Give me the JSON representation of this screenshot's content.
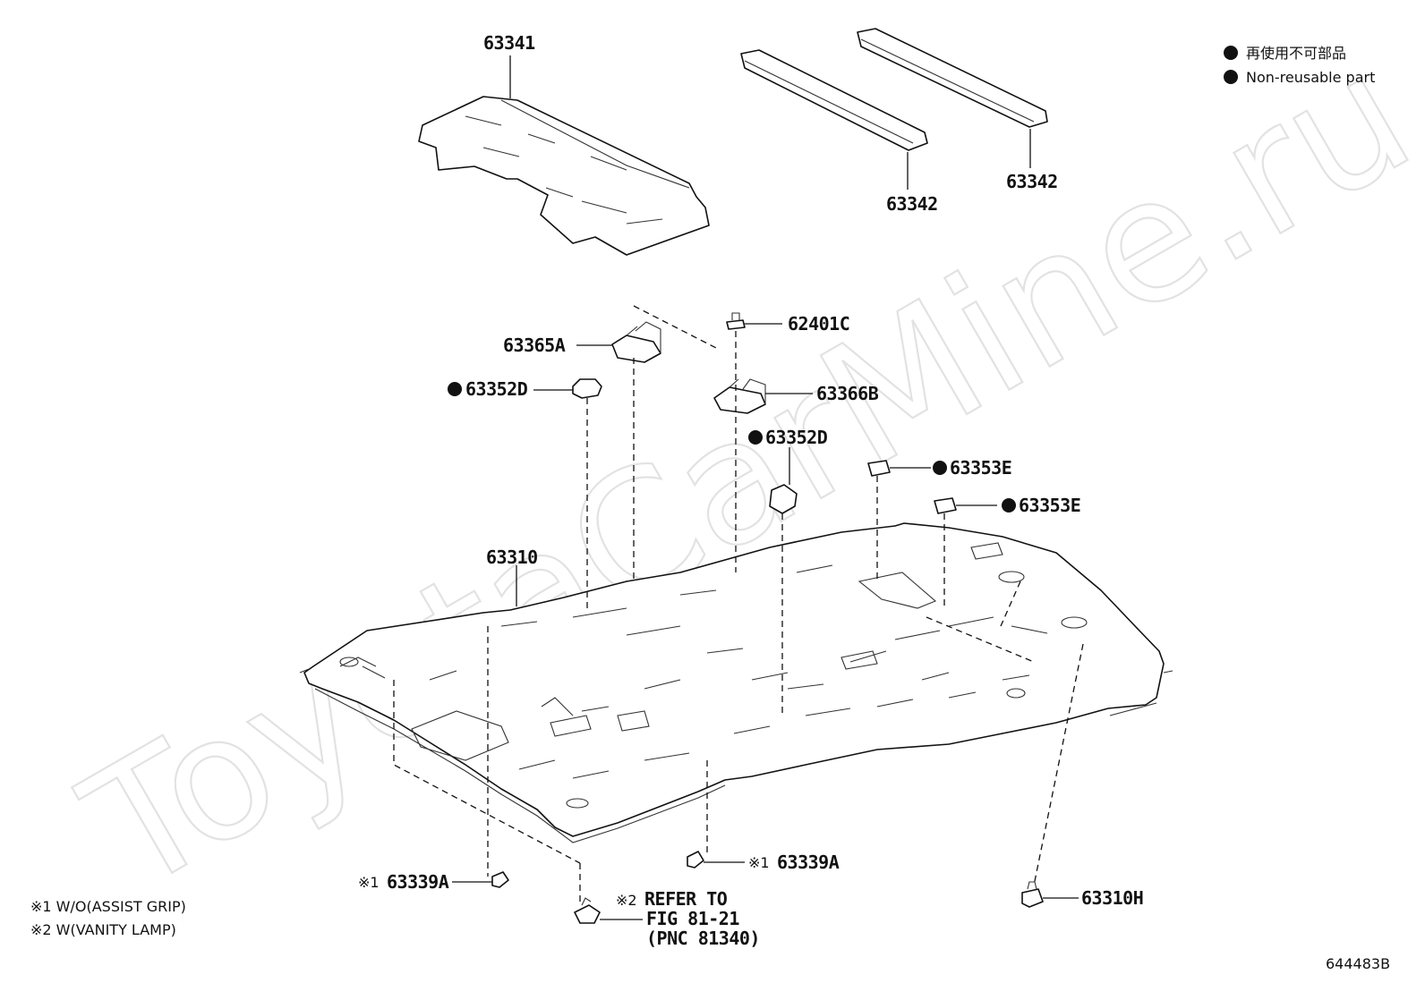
{
  "legend": {
    "line_jp": "再使用不可部品",
    "line_en": "Non-reusable part"
  },
  "watermark": "ToyotaCarMine.ru",
  "labels": {
    "p63341": "63341",
    "p63342_a": "63342",
    "p63342_b": "63342",
    "p63365a": "63365A",
    "p62401c": "62401C",
    "p63352d_a": "63352D",
    "p63366b": "63366B",
    "p63352d_b": "63352D",
    "p63353e_a": "63353E",
    "p63353e_b": "63353E",
    "p63310": "63310",
    "p63339a_a": "63339A",
    "p63339a_b": "63339A",
    "p63310h": "63310H",
    "mark1_a": "※1",
    "mark1_b": "※1",
    "mark2": "※2",
    "refer_line1": "REFER TO",
    "refer_line2": "FIG 81-21",
    "refer_line3": "(PNC 81340)"
  },
  "footnotes": {
    "note1": "※1 W/O(ASSIST GRIP)",
    "note2": "※2 W(VANITY LAMP)"
  },
  "figure_code": "644483B"
}
